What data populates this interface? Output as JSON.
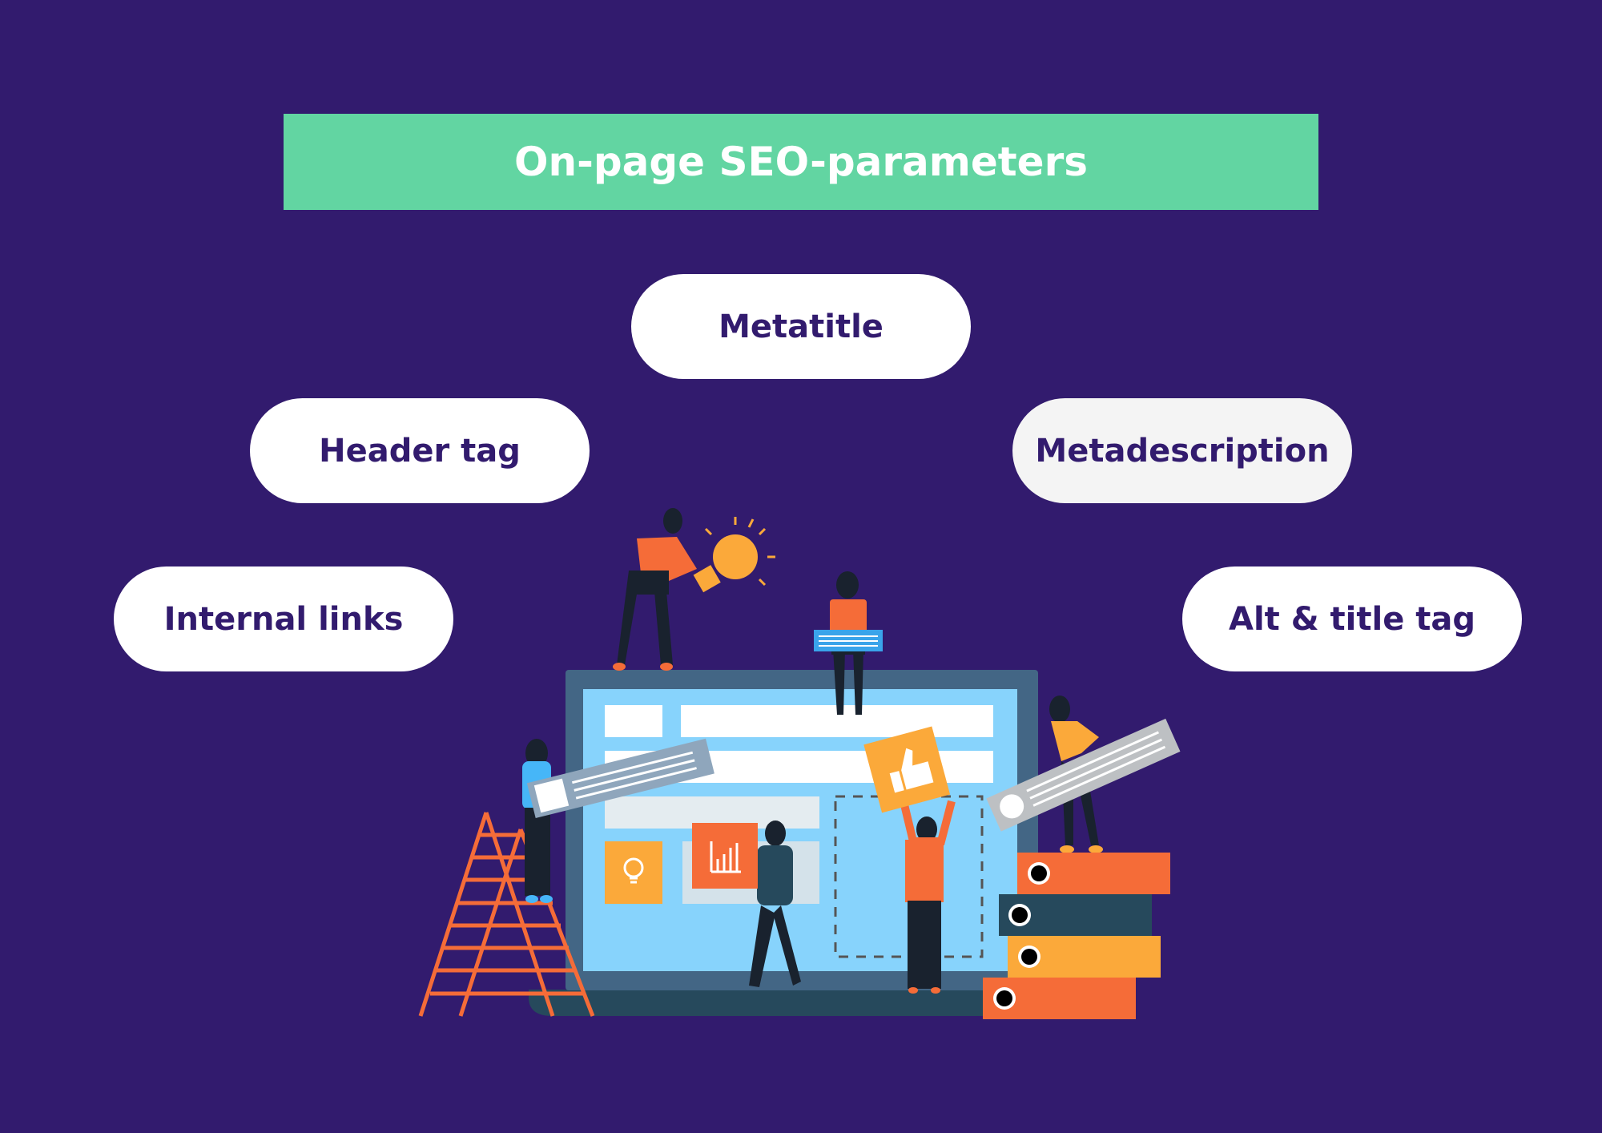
{
  "title": "On-page SEO-parameters",
  "parameters": [
    {
      "label": "Metatitle"
    },
    {
      "label": "Header tag"
    },
    {
      "label": "Metadescription"
    },
    {
      "label": "Internal links"
    },
    {
      "label": "Alt & title tag"
    }
  ],
  "colors": {
    "background": "#321b6e",
    "title_bar": "#62d5a2",
    "pill": "#ffffff",
    "pill_text": "#321b6e",
    "accent_orange": "#f56c38",
    "accent_yellow": "#fba93a",
    "screen_blue": "#87d3fc",
    "monitor_frame": "#436685"
  },
  "illustration": {
    "description": "People building a website on a large monitor: ladder, lightbulb idea, chart card, thumbs-up card, text cards, stacked folders"
  }
}
